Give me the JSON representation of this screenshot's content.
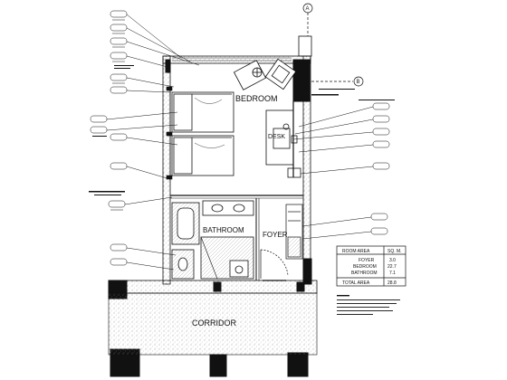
{
  "rooms": {
    "bedroom": "BEDROOM",
    "bathroom": "BATHROOM",
    "foyer": "FOYER",
    "corridor": "CORRIDOR",
    "desk": "DESK"
  },
  "schedule": {
    "header_left": "ROOM AREA",
    "header_right": "SQ. M.",
    "rows": [
      {
        "label": "FOYER",
        "value": "3.0"
      },
      {
        "label": "BEDROOM",
        "value": "22.7"
      },
      {
        "label": "BATHROOM",
        "value": "7.1"
      }
    ],
    "total_label": "TOTAL AREA",
    "total_value": "28.8"
  },
  "grid_marker_top": "A",
  "grid_marker_right": "B",
  "colors": {
    "line": "#111111",
    "wall_fill": "#111111",
    "stipple": "#777777",
    "paper": "#ffffff"
  }
}
